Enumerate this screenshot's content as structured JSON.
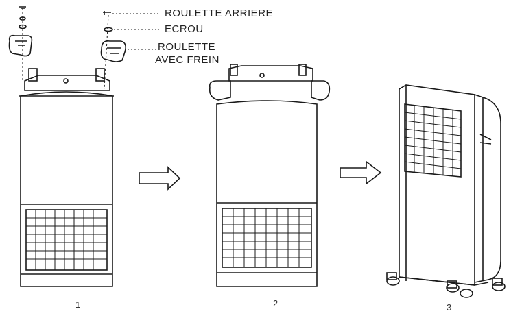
{
  "labels": {
    "rear_wheel": "ROULETTE ARRIERE",
    "nut": "ECROU",
    "brake_wheel_line1": "ROULETTE",
    "brake_wheel_line2": "AVEC FREIN"
  },
  "steps": [
    "1",
    "2",
    "3"
  ],
  "colors": {
    "stroke": "#1a1a1a",
    "background": "#ffffff"
  }
}
